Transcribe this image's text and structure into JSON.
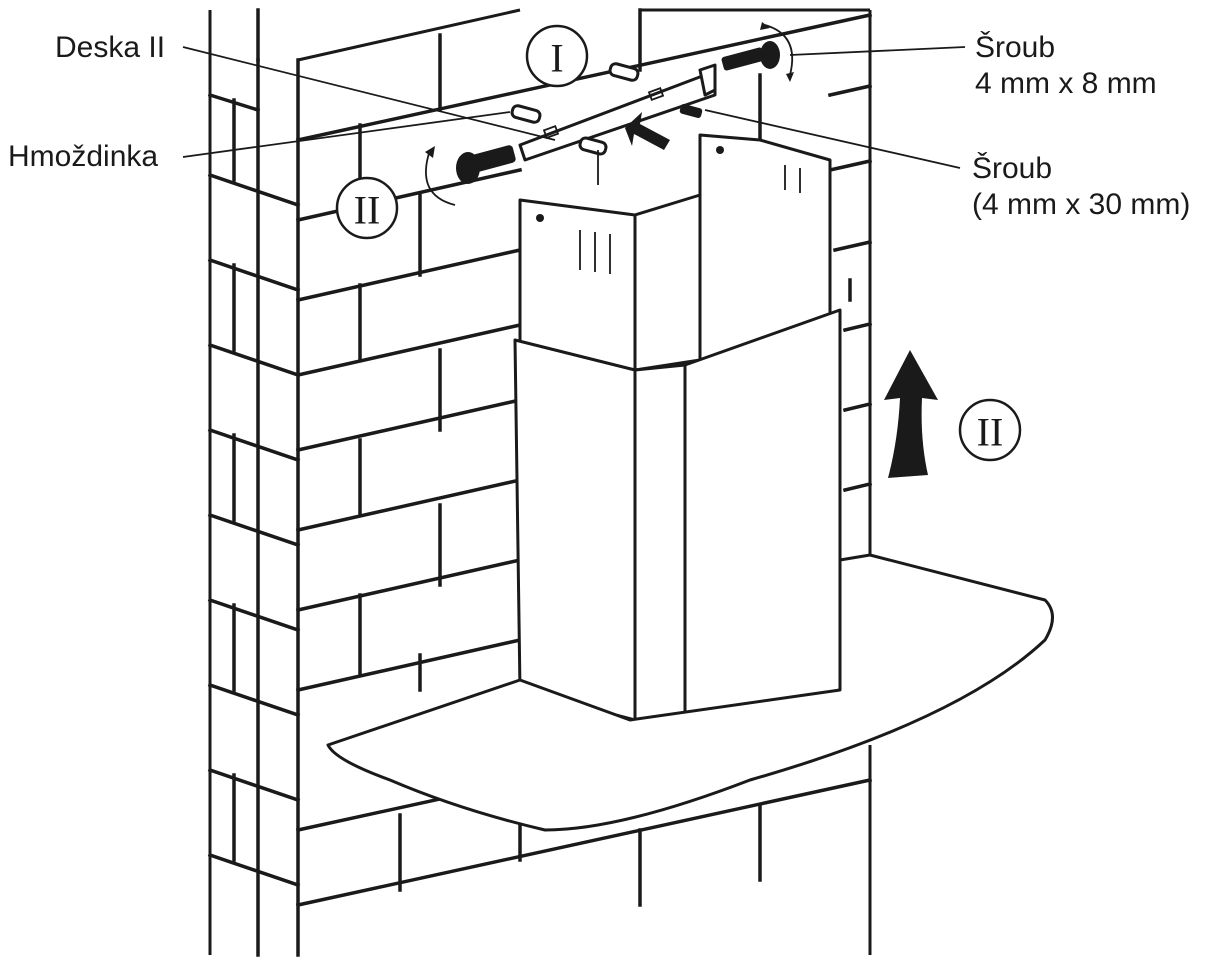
{
  "labels": {
    "deska": "Deska II",
    "hmozdinka": "Hmoždinka",
    "sroub_small_line1": "Šroub",
    "sroub_small_line2": "4 mm x 8 mm",
    "sroub_large_line1": "Šroub",
    "sroub_large_line2": "(4 mm x 30 mm)"
  },
  "step_markers": {
    "step_1": "I",
    "step_2_left": "II",
    "step_2_right": "II"
  }
}
